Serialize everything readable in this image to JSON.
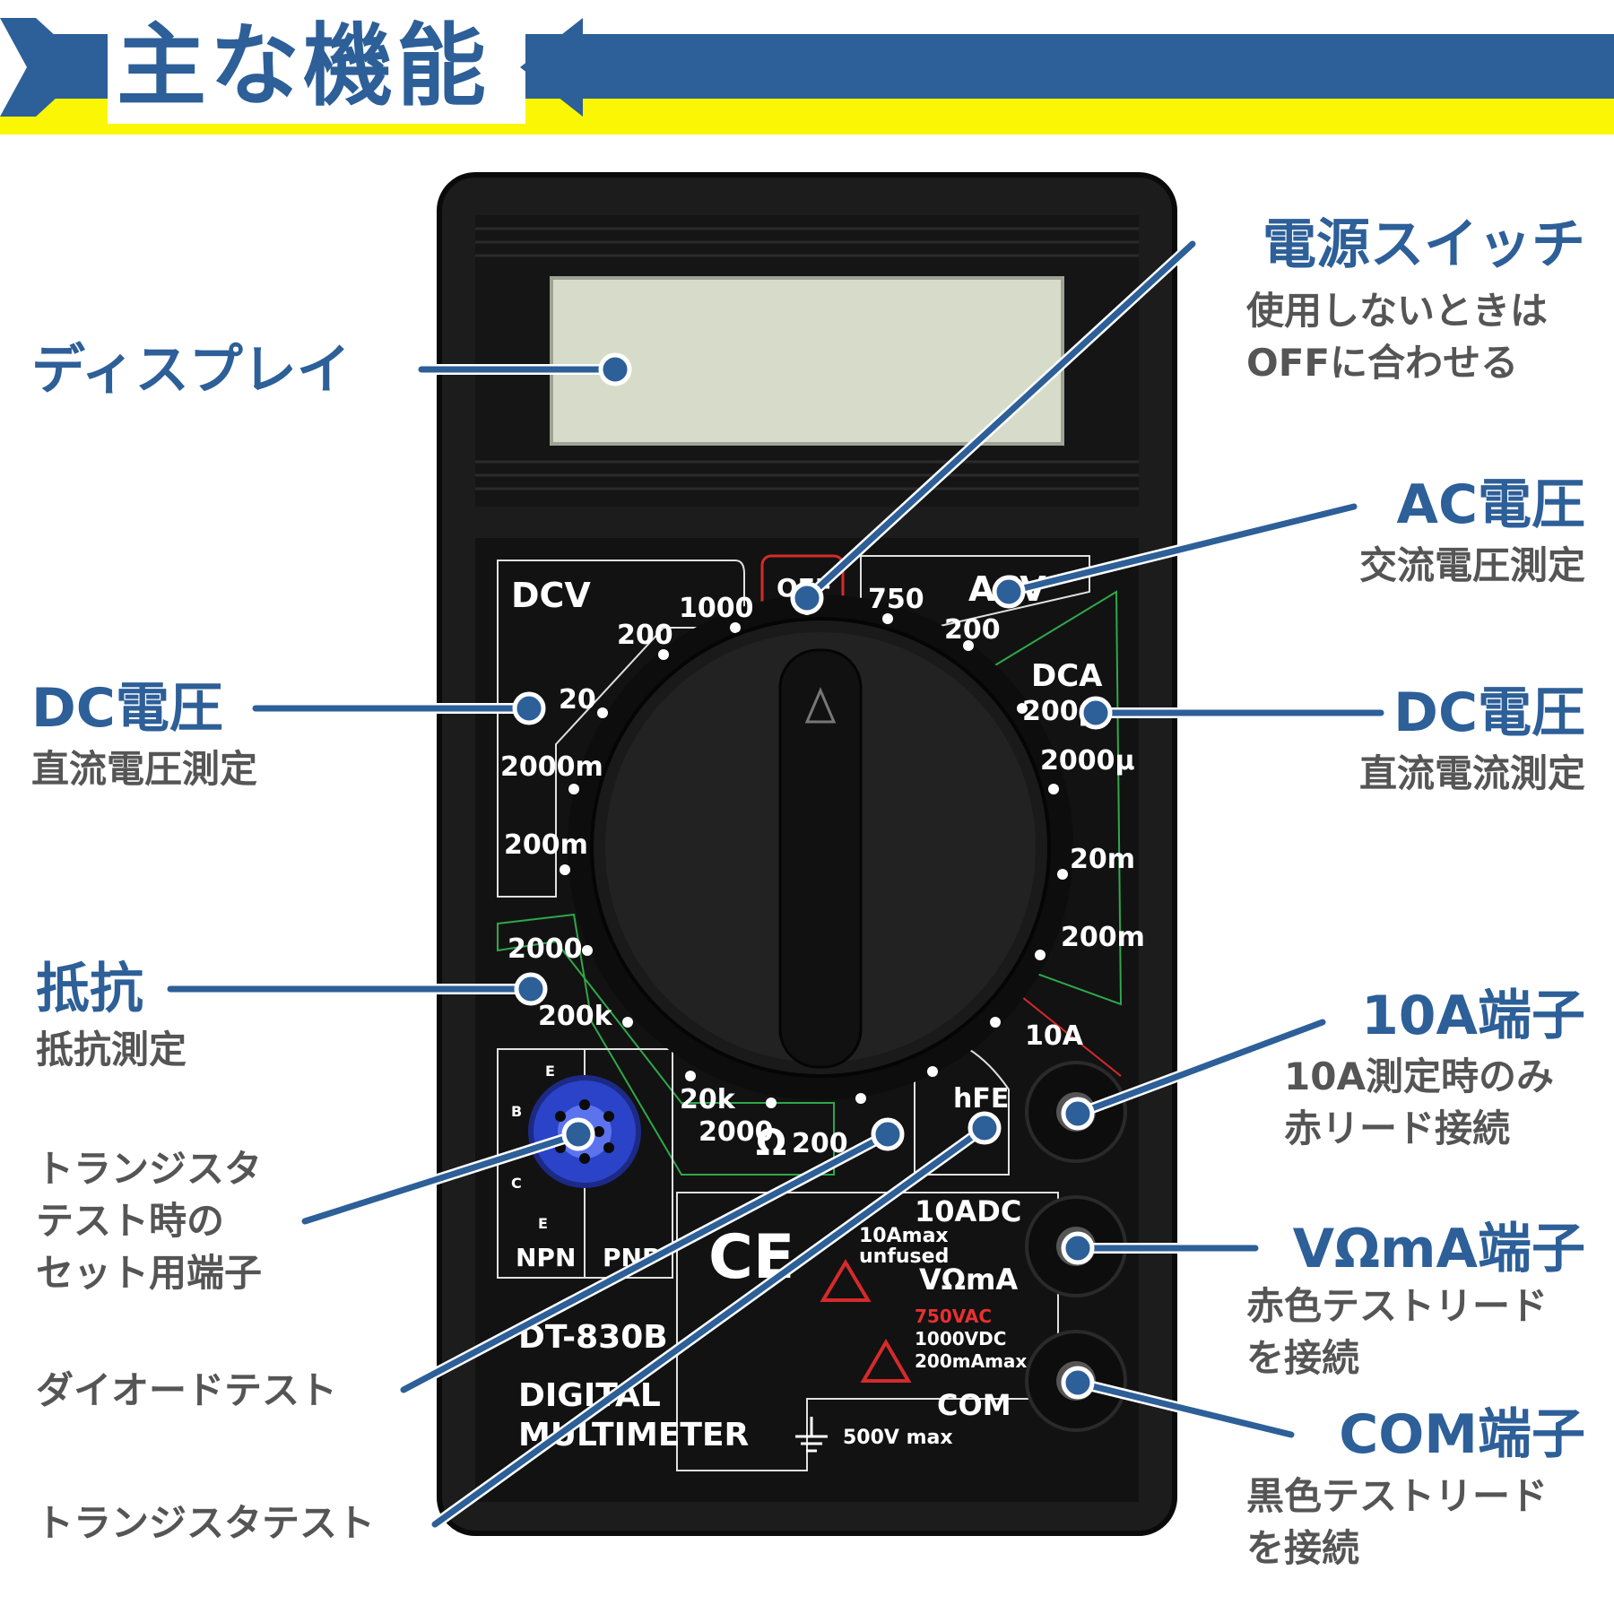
{
  "header": {
    "title": "主な機能"
  },
  "colors": {
    "accent_blue": "#2d5f98",
    "highlight_yellow": "#fbf704",
    "body_black": "#1c1c1c",
    "lcd": "#d7dcca"
  },
  "meter": {
    "dcv": {
      "label": "DCV",
      "ranges": [
        "1000",
        "200",
        "20",
        "2000m",
        "200m"
      ]
    },
    "off_label": "OFF",
    "acv": {
      "label": "ACV",
      "ranges": [
        "750",
        "200"
      ]
    },
    "dca": {
      "label": "DCA",
      "ranges": [
        "200μ",
        "2000μ",
        "20m",
        "200m",
        "10A"
      ]
    },
    "ohm": {
      "symbol": "Ω",
      "ranges": [
        "2000",
        "200k",
        "20k",
        "2000",
        "200"
      ]
    },
    "hfe_label": "hFE",
    "socket": {
      "npn": "NPN",
      "pnp": "PNP",
      "pins": [
        "E",
        "B",
        "C",
        "E"
      ]
    },
    "terminals": {
      "ten_adc": "10ADC",
      "ten_a_max": "10Amax",
      "unfused": "unfused",
      "vma": "VΩmA",
      "vac": "750VAC",
      "vdc": "1000VDC",
      "ma_max": "200mAmax",
      "com": "COM",
      "v_max": "500V max"
    },
    "ce_mark": "CE",
    "model": "DT-830B",
    "name_line1": "DIGITAL",
    "name_line2": "MULTIMETER"
  },
  "callouts": {
    "display": {
      "title": "ディスプレイ"
    },
    "dc_voltage": {
      "title": "DC電圧",
      "desc": "直流電圧測定"
    },
    "resistance": {
      "title": "抵抗",
      "desc": "抵抗測定"
    },
    "transistor_socket": {
      "desc": "トランジスタ\nテスト時の\nセット用端子"
    },
    "diode_test": {
      "desc": "ダイオードテスト"
    },
    "transistor_test": {
      "desc": "トランジスタテスト"
    },
    "power_switch": {
      "title": "電源スイッチ",
      "desc": "使用しないときは\nOFFに合わせる"
    },
    "ac_voltage": {
      "title": "AC電圧",
      "desc": "交流電圧測定"
    },
    "dc_current": {
      "title": "DC電圧",
      "desc": "直流電流測定"
    },
    "terminal_10a": {
      "title": "10A端子",
      "desc": "10A測定時のみ\n赤リード接続"
    },
    "terminal_vma": {
      "title": "VΩmA端子",
      "desc": "赤色テストリード\nを接続"
    },
    "terminal_com": {
      "title": "COM端子",
      "desc": "黒色テストリード\nを接続"
    }
  }
}
